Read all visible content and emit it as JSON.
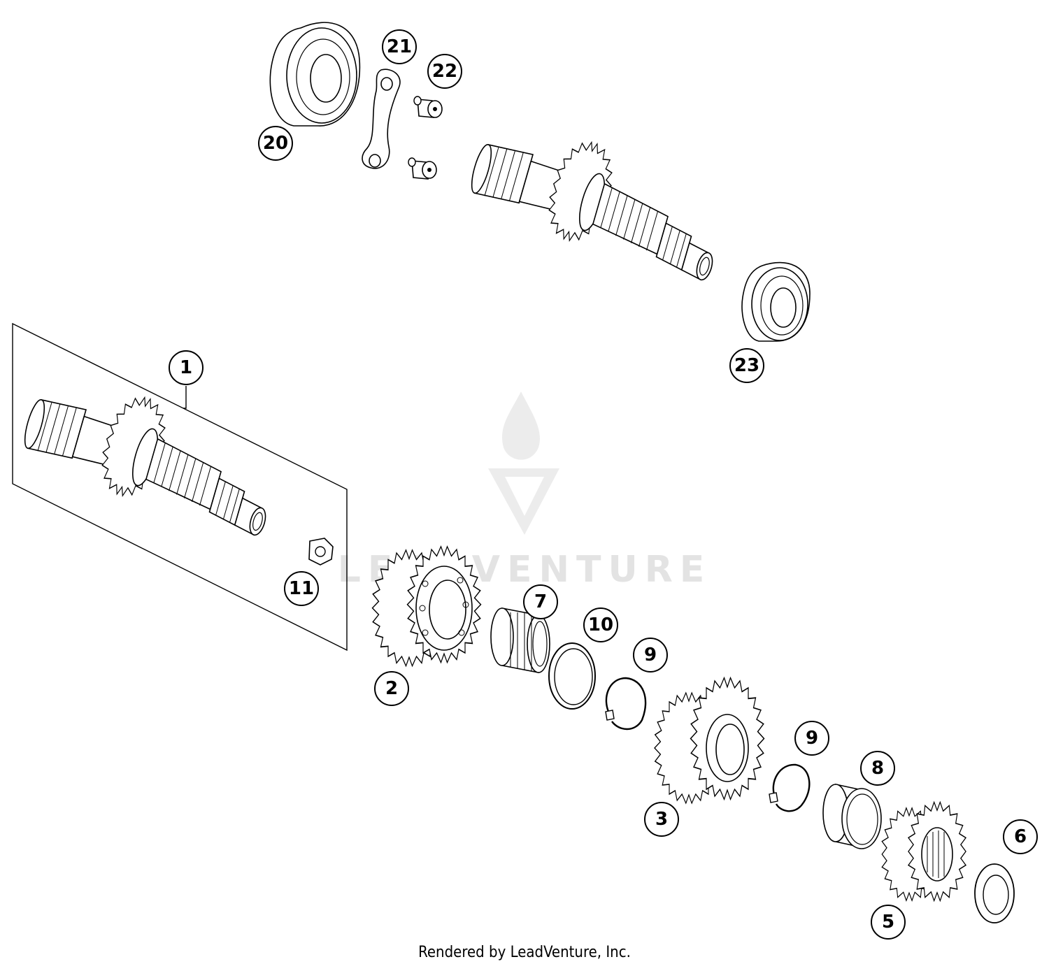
{
  "callouts": [
    {
      "id": "c20",
      "label": "20"
    },
    {
      "id": "c21",
      "label": "21"
    },
    {
      "id": "c22",
      "label": "22"
    },
    {
      "id": "c23",
      "label": "23"
    },
    {
      "id": "c1",
      "label": "1"
    },
    {
      "id": "c11",
      "label": "11"
    },
    {
      "id": "c2",
      "label": "2"
    },
    {
      "id": "c7",
      "label": "7"
    },
    {
      "id": "c10",
      "label": "10"
    },
    {
      "id": "c9a",
      "label": "9"
    },
    {
      "id": "c3",
      "label": "3"
    },
    {
      "id": "c9b",
      "label": "9"
    },
    {
      "id": "c8",
      "label": "8"
    },
    {
      "id": "c6",
      "label": "6"
    },
    {
      "id": "c5",
      "label": "5"
    }
  ],
  "watermark": {
    "text": "LEADVENTURE"
  },
  "footer": {
    "text": "Rendered by LeadVenture, Inc."
  }
}
